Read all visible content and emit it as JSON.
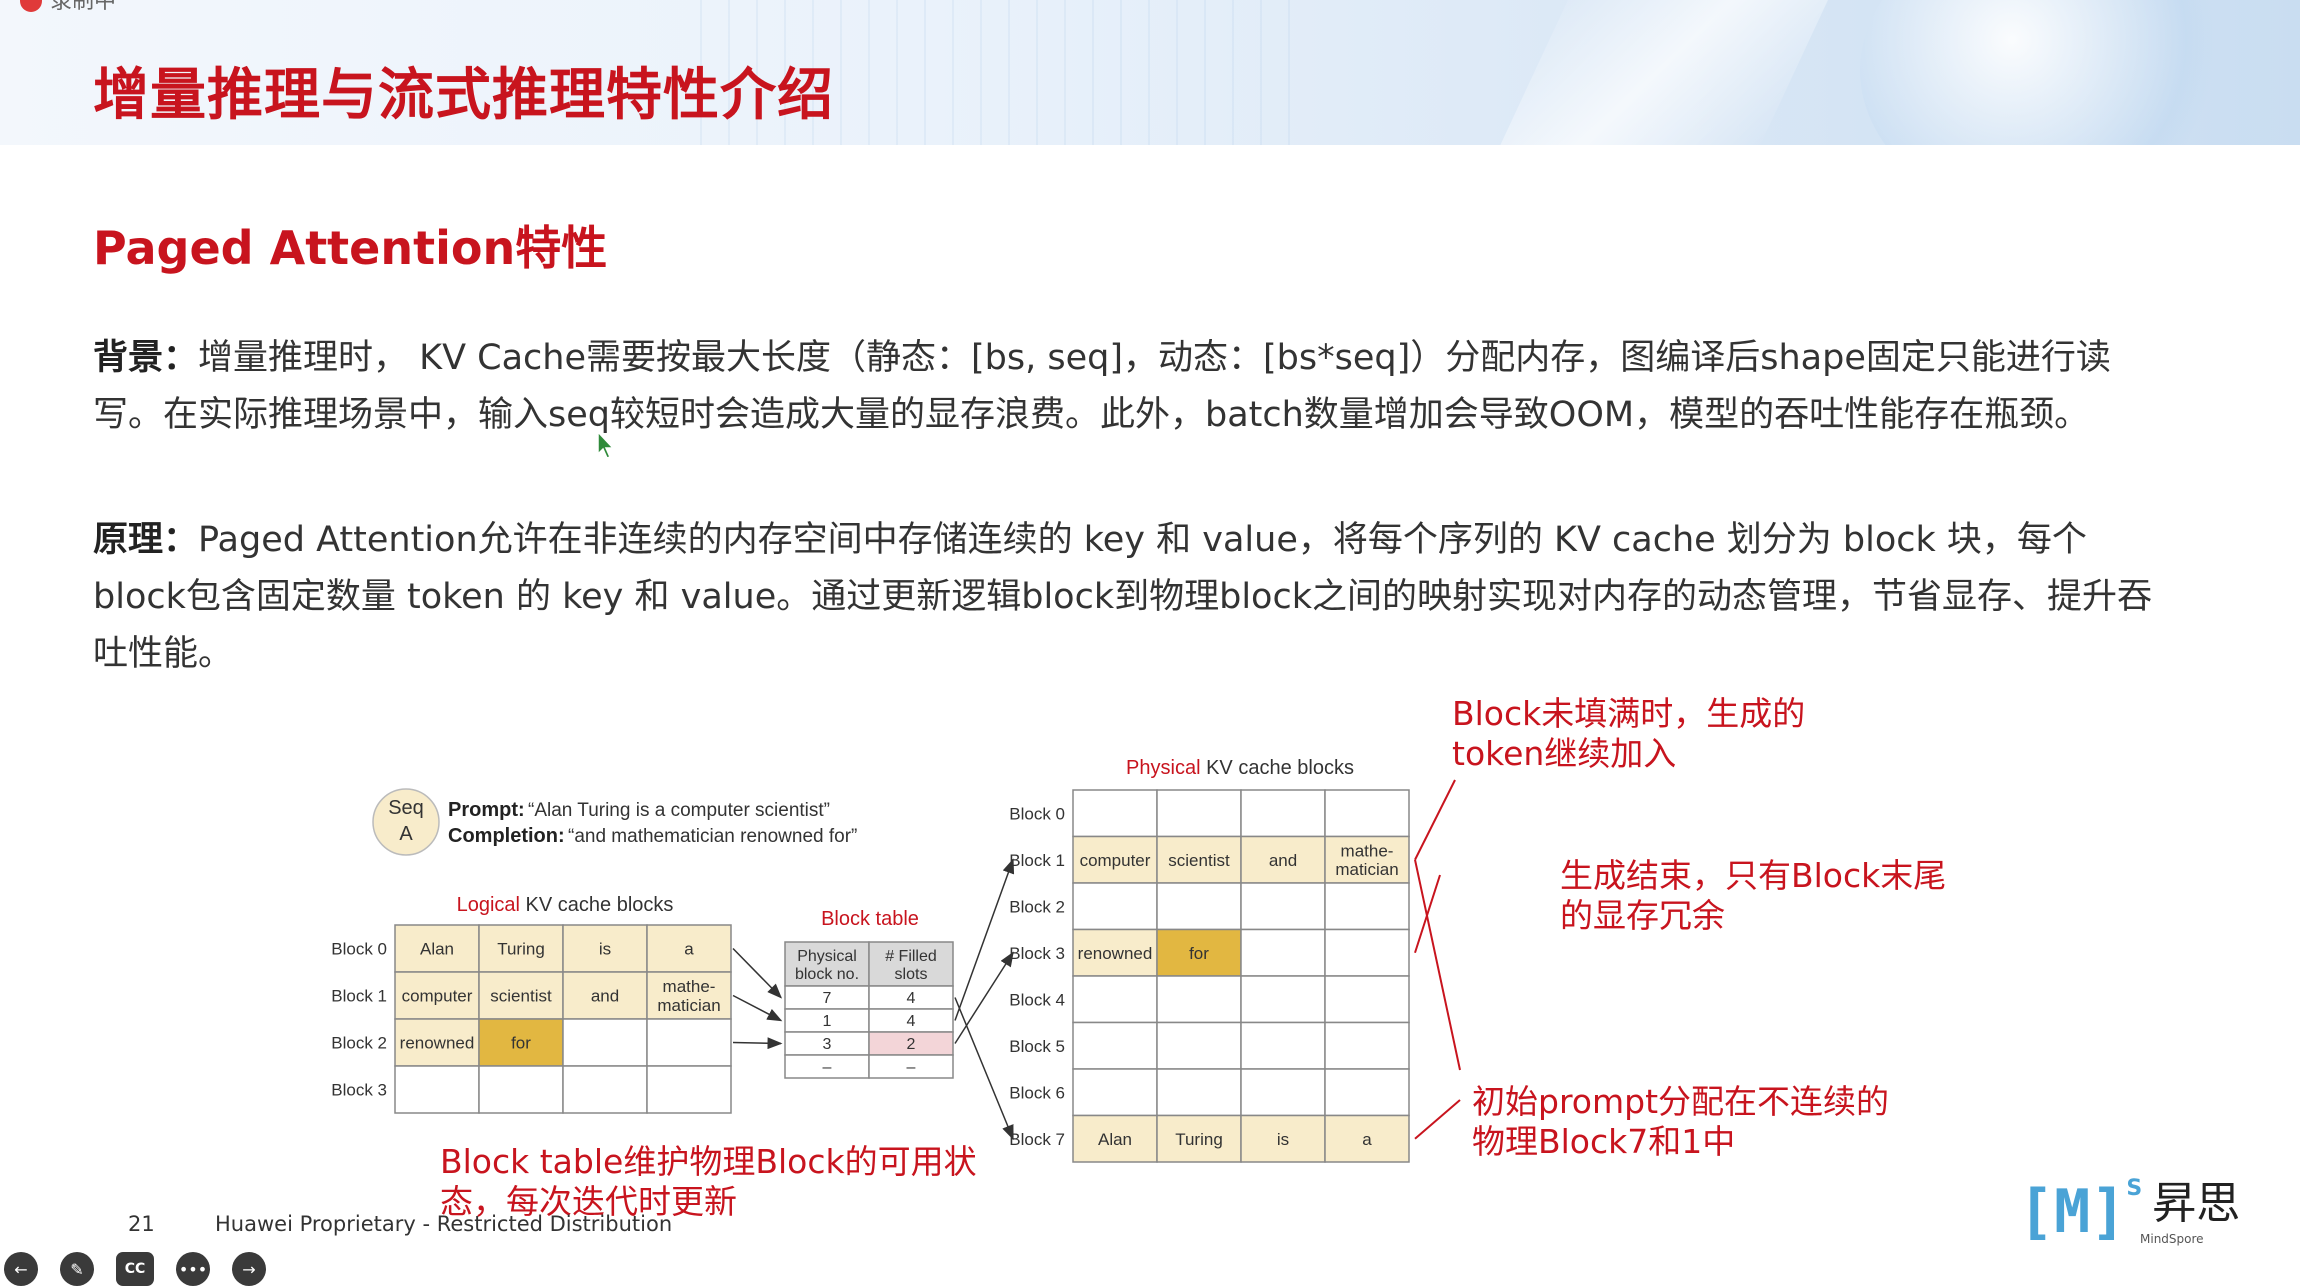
{
  "recording": {
    "label": "录制中"
  },
  "slide": {
    "title": "增量推理与流式推理特性介绍",
    "section_title": "Paged Attention特性",
    "background_label": "背景：",
    "background_text": "增量推理时， KV Cache需要按最大长度（静态：[bs, seq]，动态：[bs*seq]）分配内存，图编译后shape固定只能进行读写。在实际推理场景中，输入seq较短时会造成大量的显存浪费。此外，batch数量增加会导致OOM，模型的吞吐性能存在瓶颈。",
    "principle_label": "原理：",
    "principle_text": "Paged Attention允许在非连续的内存空间中存储连续的 key 和 value，将每个序列的 KV cache 划分为 block 块，每个block包含固定数量 token 的 key 和 value。通过更新逻辑block到物理block之间的映射实现对内存的动态管理，节省显存、提升吞吐性能。"
  },
  "diagram": {
    "seq": {
      "line1": "Seq",
      "line2": "A"
    },
    "prompt_label": "Prompt:",
    "prompt_text": "“Alan Turing is a computer scientist”",
    "completion_label": "Completion:",
    "completion_text": "“and mathematician renowned for”",
    "logical": {
      "title_red": "Logical",
      "title_rest": " KV cache blocks",
      "rows": [
        {
          "label": "Block 0",
          "cells": [
            "Alan",
            "Turing",
            "is",
            "a"
          ]
        },
        {
          "label": "Block 1",
          "cells": [
            "computer",
            "scientist",
            "and",
            "mathe-|matician"
          ]
        },
        {
          "label": "Block 2",
          "cells": [
            "renowned",
            "for",
            "",
            ""
          ]
        },
        {
          "label": "Block 3",
          "cells": [
            "",
            "",
            "",
            ""
          ]
        }
      ]
    },
    "block_table": {
      "title": "Block table",
      "headers": [
        "Physical|block no.",
        "# Filled|slots"
      ],
      "rows": [
        [
          "7",
          "4"
        ],
        [
          "1",
          "4"
        ],
        [
          "3",
          "2"
        ],
        [
          "–",
          "–"
        ]
      ]
    },
    "physical": {
      "title_red": "Physical",
      "title_rest": " KV cache blocks",
      "rows": [
        {
          "label": "Block 0",
          "cells": [
            "",
            "",
            "",
            ""
          ]
        },
        {
          "label": "Block 1",
          "cells": [
            "computer",
            "scientist",
            "and",
            "mathe-|matician"
          ]
        },
        {
          "label": "Block 2",
          "cells": [
            "",
            "",
            "",
            ""
          ]
        },
        {
          "label": "Block 3",
          "cells": [
            "renowned",
            "for",
            "",
            ""
          ]
        },
        {
          "label": "Block 4",
          "cells": [
            "",
            "",
            "",
            ""
          ]
        },
        {
          "label": "Block 5",
          "cells": [
            "",
            "",
            "",
            ""
          ]
        },
        {
          "label": "Block 6",
          "cells": [
            "",
            "",
            "",
            ""
          ]
        },
        {
          "label": "Block 7",
          "cells": [
            "Alan",
            "Turing",
            "is",
            "a"
          ]
        }
      ]
    },
    "colors": {
      "filled": "#f8eccb",
      "highlight": "#e2b741",
      "pink": "#f3d5d8",
      "header": "#d9d9d9",
      "red": "#c8141e"
    }
  },
  "notes": {
    "top_right_1": "Block未填满时，生成的",
    "top_right_2": "token继续加入",
    "middle_right_1": "生成结束，只有Block末尾",
    "middle_right_2": "的显存冗余",
    "bottom_right_1": "初始prompt分配在不连续的",
    "bottom_right_2": "物理Block7和1中",
    "bottom_left_1": "Block table维护物理Block的可用状",
    "bottom_left_2": "态，每次迭代时更新"
  },
  "footer": {
    "page_number": "21",
    "text": "Huawei Proprietary - Restricted Distribution"
  },
  "logo": {
    "mark": "[M]",
    "superscript": "S",
    "cn": "昇思",
    "en": "MindSpore"
  },
  "toolbar": {
    "icons": [
      "back-icon",
      "pen-icon",
      "captions-icon",
      "more-icon",
      "forward-icon"
    ],
    "cc_label": "CC"
  }
}
